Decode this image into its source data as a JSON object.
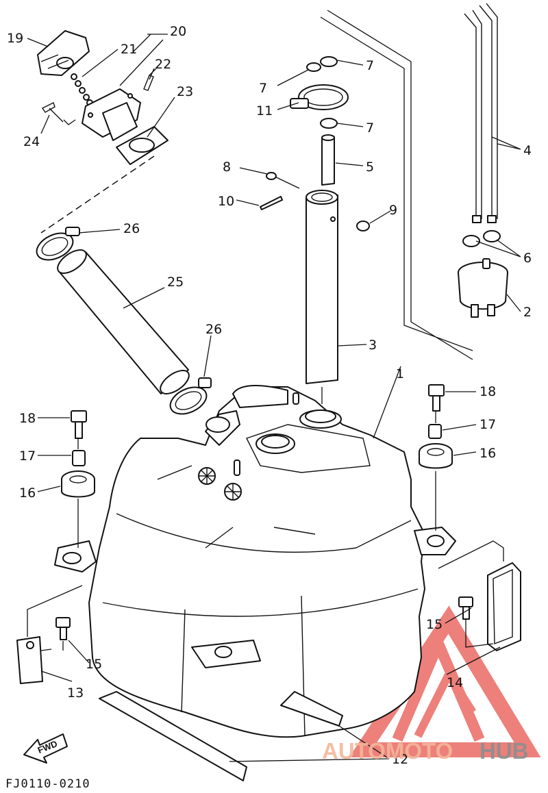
{
  "diagram": {
    "code": "FJ0110-0210",
    "fwd_label": "FWD",
    "callouts": [
      "1",
      "2",
      "3",
      "4",
      "5",
      "6",
      "7",
      "8",
      "9",
      "10",
      "11",
      "12",
      "13",
      "14",
      "15",
      "16",
      "17",
      "18",
      "19",
      "20",
      "21",
      "22",
      "23",
      "24",
      "25",
      "26"
    ]
  },
  "watermark": {
    "prefix": "AUTOMOTO",
    "suffix": "HUB",
    "colors": {
      "prefix": "#f3b79a",
      "suffix": "#8e8e8e",
      "logo": "#e8564f"
    }
  }
}
